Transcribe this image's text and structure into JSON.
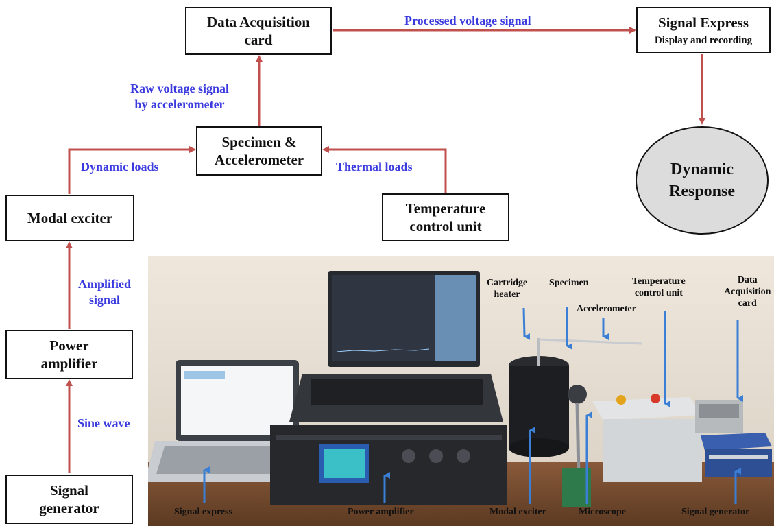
{
  "nodes": {
    "daq": {
      "title": "Data Acquisition",
      "title2": "card"
    },
    "signal_express": {
      "title": "Signal Express",
      "sub": "Display and recording"
    },
    "specimen": {
      "title": "Specimen &",
      "title2": "Accelerometer"
    },
    "dynamic_response": {
      "title": "Dynamic",
      "title2": "Response"
    },
    "modal_exciter": {
      "title": "Modal exciter"
    },
    "temperature": {
      "title": "Temperature",
      "title2": "control unit"
    },
    "power_amp": {
      "title": "Power",
      "title2": "amplifier"
    },
    "signal_gen": {
      "title": "Signal",
      "title2": "generator"
    }
  },
  "edges": {
    "processed": "Processed voltage signal",
    "raw_l1": "Raw voltage signal",
    "raw_l2": "by accelerometer",
    "dynamic_loads": "Dynamic loads",
    "thermal_loads": "Thermal loads",
    "amplified_l1": "Amplified",
    "amplified_l2": "signal",
    "sine_wave": "Sine wave"
  },
  "photo_labels": {
    "cartridge_l1": "Cartridge",
    "cartridge_l2": "heater",
    "specimen": "Specimen",
    "accelerometer": "Accelerometer",
    "temp_l1": "Temperature",
    "temp_l2": "control unit",
    "daq_l1": "Data",
    "daq_l2": "Acquisition",
    "daq_l3": "card",
    "signal_express": "Signal express",
    "power_amplifier": "Power amplifier",
    "modal_exciter": "Modal exciter",
    "microscope": "Microscope",
    "signal_generator": "Signal generator"
  },
  "colors": {
    "edge": "#c0504d",
    "edge_label": "#3a3adf",
    "pointer": "#3a7fd5",
    "response_fill": "#dcdcdc"
  }
}
